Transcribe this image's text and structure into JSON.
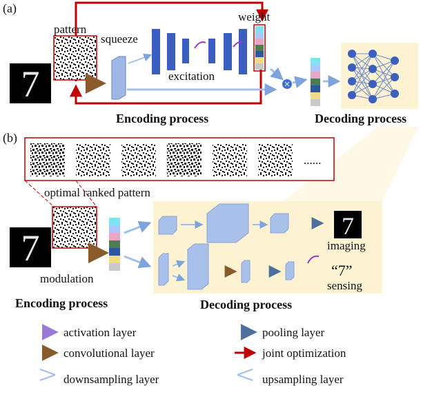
{
  "panel_a": {
    "label": "(a)",
    "pattern": "pattern",
    "squeeze": "squeeze",
    "weight": "weight",
    "excitation": "excitation",
    "encoding": "Encoding process",
    "decoding": "Decoding process"
  },
  "panel_b": {
    "label": "(b)",
    "ellipsis": "......",
    "optimal": "optimal ranked pattern",
    "modulation": "modulation",
    "imaging": "imaging",
    "sensing_value": "“7”",
    "sensing": "sensing",
    "encoding": "Encoding process",
    "decoding": "Decoding process"
  },
  "digit": "7",
  "legend": {
    "activation": "activation layer",
    "convolutional": "convolutional layer",
    "downsampling": "downsampling layer",
    "pooling": "pooling layer",
    "joint": "joint optimization",
    "upsampling": "upsampling layer"
  },
  "colors": {
    "red": "#c00000",
    "block_blue": "#3f5fbf",
    "light_blue": "#a9c1ea",
    "cream": "#fdf3d2",
    "weight_stack": [
      "#7fe3f0",
      "#a8c8ff",
      "#e7a7c4",
      "#4b7d4f",
      "#2c56a0",
      "#f4d987",
      "#c9c9c9"
    ]
  }
}
